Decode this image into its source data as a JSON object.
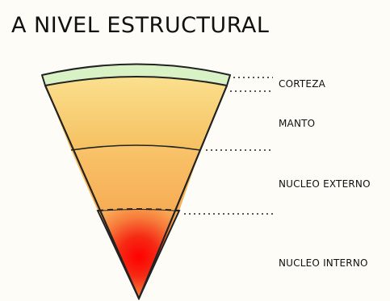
{
  "title": "A NIVEL ESTRUCTURAL",
  "layers": [
    {
      "name": "CORTEZA",
      "color": "#d8f2c6"
    },
    {
      "name": "MANTO",
      "color": "#f5c060"
    },
    {
      "name": "NUCLEO EXTERNO",
      "color": "#f7b458"
    },
    {
      "name": "NUCLEO INTERNO",
      "color": "#f01010"
    }
  ]
}
